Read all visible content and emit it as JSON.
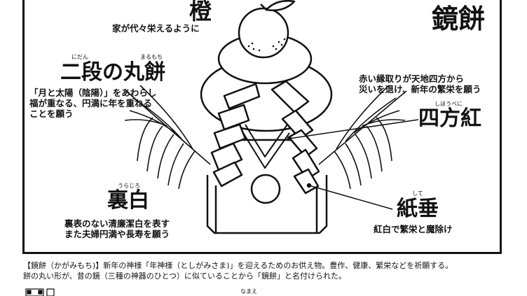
{
  "title": "鏡餅",
  "labels": {
    "daidai": {
      "name": "橙",
      "desc": "家が代々栄えるように"
    },
    "nidan": {
      "ruby_1": "にだん",
      "ruby_2": "まるもち",
      "name": "二段の丸餅",
      "desc": [
        "「月と太陽（陰陽）」をあわらし",
        "福が重なる、円満に年を重ねる",
        "ことを願う"
      ]
    },
    "shihobeni": {
      "desc": [
        "赤い縁取りが天地四方から",
        "災いを退け、新年の繁栄を願う"
      ],
      "ruby": "しほうべに",
      "name": "四方紅"
    },
    "urajiro": {
      "ruby": "うらじろ",
      "name": "裏白",
      "desc": [
        "裏表のない清廉潔白を表す",
        "また夫婦円満や長寿を願う"
      ]
    },
    "shide": {
      "ruby": "して",
      "name": "紙垂",
      "desc": "紅白で繁栄と魔除け"
    }
  },
  "caption": [
    "【鏡餅（かがみもち)】新年の神様「年神様（としがみさま)」を迎えるためのお供え物。豊作、健康、繁栄などを祈願する。",
    "餅の丸い形が、昔の鏡（三種の神器のひとつ）に似ていることから「鏡餅」と名付けられた。"
  ],
  "footer": {
    "name_ruby": "なまえ"
  }
}
